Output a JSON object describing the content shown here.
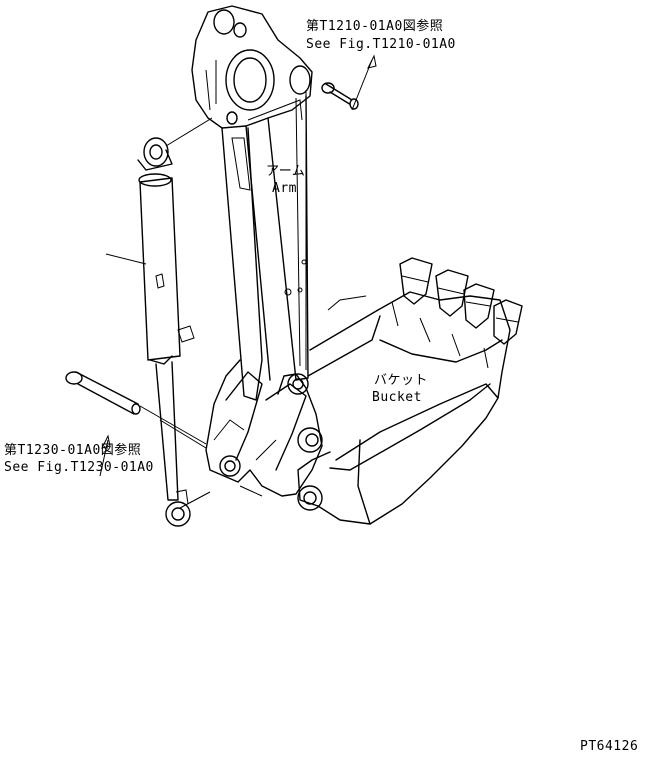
{
  "callouts": {
    "top_ref_jp": "第T1210-01A0図参照",
    "top_ref_en": "See Fig.T1210-01A0",
    "left_ref_jp": "第T1230-01A0図参照",
    "left_ref_en": "See Fig.T1230-01A0"
  },
  "parts": {
    "arm_jp": "アーム",
    "arm_en": "Arm",
    "bucket_jp": "バケット",
    "bucket_en": "Bucket"
  },
  "footer": {
    "drawing_number": "PT64126"
  }
}
